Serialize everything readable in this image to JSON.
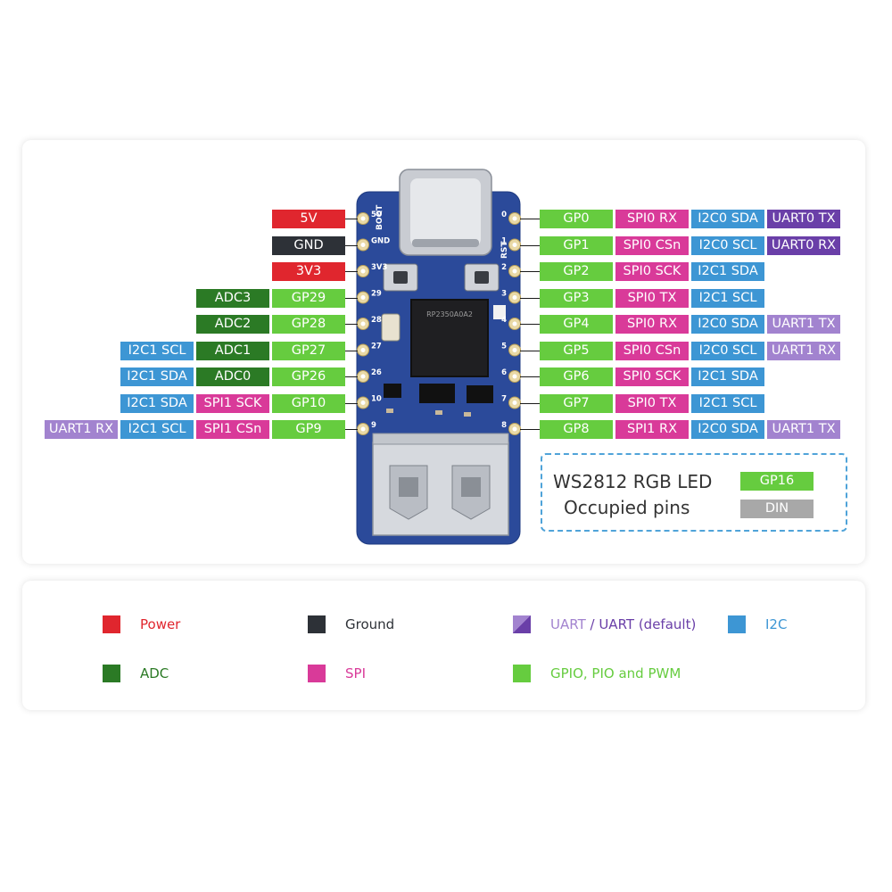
{
  "board": {
    "silk_left": [
      "5V",
      "GND",
      "3V3",
      "29",
      "28",
      "27",
      "26",
      "10",
      "9"
    ],
    "silk_right": [
      "0",
      "1",
      "2",
      "3",
      "4",
      "5",
      "6",
      "7",
      "8"
    ],
    "silk_boot": "BOOT",
    "silk_rst": "RST",
    "chip_text": "RP2350A0A2"
  },
  "left_pins": [
    {
      "labels": [
        {
          "text": "5V",
          "kind": "power"
        }
      ]
    },
    {
      "labels": [
        {
          "text": "GND",
          "kind": "gnd"
        }
      ]
    },
    {
      "labels": [
        {
          "text": "3V3",
          "kind": "power"
        }
      ]
    },
    {
      "labels": [
        {
          "text": "ADC3",
          "kind": "adc"
        },
        {
          "text": "GP29",
          "kind": "gpio"
        }
      ]
    },
    {
      "labels": [
        {
          "text": "ADC2",
          "kind": "adc"
        },
        {
          "text": "GP28",
          "kind": "gpio"
        }
      ]
    },
    {
      "labels": [
        {
          "text": "I2C1 SCL",
          "kind": "i2c"
        },
        {
          "text": "ADC1",
          "kind": "adc"
        },
        {
          "text": "GP27",
          "kind": "gpio"
        }
      ]
    },
    {
      "labels": [
        {
          "text": "I2C1 SDA",
          "kind": "i2c"
        },
        {
          "text": "ADC0",
          "kind": "adc"
        },
        {
          "text": "GP26",
          "kind": "gpio"
        }
      ]
    },
    {
      "labels": [
        {
          "text": "I2C1 SDA",
          "kind": "i2c"
        },
        {
          "text": "SPI1 SCK",
          "kind": "spi"
        },
        {
          "text": "GP10",
          "kind": "gpio"
        }
      ]
    },
    {
      "labels": [
        {
          "text": "UART1 RX",
          "kind": "uartl"
        },
        {
          "text": "I2C1 SCL",
          "kind": "i2c"
        },
        {
          "text": "SPI1 CSn",
          "kind": "spi"
        },
        {
          "text": "GP9",
          "kind": "gpio"
        }
      ]
    }
  ],
  "right_pins": [
    {
      "labels": [
        {
          "text": "GP0",
          "kind": "gpio"
        },
        {
          "text": "SPI0 RX",
          "kind": "spi"
        },
        {
          "text": "I2C0 SDA",
          "kind": "i2c"
        },
        {
          "text": "UART0 TX",
          "kind": "uart"
        }
      ]
    },
    {
      "labels": [
        {
          "text": "GP1",
          "kind": "gpio"
        },
        {
          "text": "SPI0 CSn",
          "kind": "spi"
        },
        {
          "text": "I2C0 SCL",
          "kind": "i2c"
        },
        {
          "text": "UART0 RX",
          "kind": "uart"
        }
      ]
    },
    {
      "labels": [
        {
          "text": "GP2",
          "kind": "gpio"
        },
        {
          "text": "SPI0 SCK",
          "kind": "spi"
        },
        {
          "text": "I2C1 SDA",
          "kind": "i2c"
        }
      ]
    },
    {
      "labels": [
        {
          "text": "GP3",
          "kind": "gpio"
        },
        {
          "text": "SPI0 TX",
          "kind": "spi"
        },
        {
          "text": "I2C1 SCL",
          "kind": "i2c"
        }
      ]
    },
    {
      "labels": [
        {
          "text": "GP4",
          "kind": "gpio"
        },
        {
          "text": "SPI0 RX",
          "kind": "spi"
        },
        {
          "text": "I2C0 SDA",
          "kind": "i2c"
        },
        {
          "text": "UART1 TX",
          "kind": "uartl"
        }
      ]
    },
    {
      "labels": [
        {
          "text": "GP5",
          "kind": "gpio"
        },
        {
          "text": "SPI0 CSn",
          "kind": "spi"
        },
        {
          "text": "I2C0 SCL",
          "kind": "i2c"
        },
        {
          "text": "UART1 RX",
          "kind": "uartl"
        }
      ]
    },
    {
      "labels": [
        {
          "text": "GP6",
          "kind": "gpio"
        },
        {
          "text": "SPI0 SCK",
          "kind": "spi"
        },
        {
          "text": "I2C1 SDA",
          "kind": "i2c"
        }
      ]
    },
    {
      "labels": [
        {
          "text": "GP7",
          "kind": "gpio"
        },
        {
          "text": "SPI0 TX",
          "kind": "spi"
        },
        {
          "text": "I2C1 SCL",
          "kind": "i2c"
        }
      ]
    },
    {
      "labels": [
        {
          "text": "GP8",
          "kind": "gpio"
        },
        {
          "text": "SPI1 RX",
          "kind": "spi"
        },
        {
          "text": "I2C0 SDA",
          "kind": "i2c"
        },
        {
          "text": "UART1 TX",
          "kind": "uartl"
        }
      ]
    }
  ],
  "led_box": {
    "title": "WS2812 RGB LED",
    "subtitle": "Occupied pins",
    "gpio_label": "GP16",
    "din_label": "DIN"
  },
  "legend": {
    "power": "Power",
    "ground": "Ground",
    "uart_light": "UART",
    "uart_sep": " / ",
    "uart_default": "UART (default)",
    "i2c": "I2C",
    "adc": "ADC",
    "spi": "SPI",
    "gpio": "GPIO, PIO and PWM"
  },
  "colors": {
    "power": "#e0262e",
    "gnd": "#2d3137",
    "adc": "#2b7a25",
    "gpio": "#66cc3f",
    "spi": "#d93a99",
    "i2c": "#3d96d4",
    "uart": "#6a3fa8",
    "uartl": "#a283cf",
    "din": "#a8a8a8",
    "pcb": "#2b4a9a"
  }
}
